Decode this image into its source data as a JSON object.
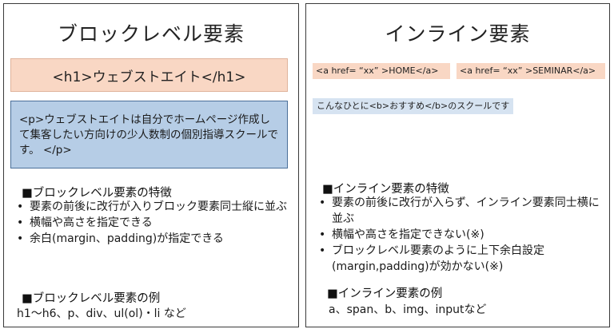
{
  "left": {
    "title": "ブロックレベル要素",
    "h1_example": "<h1>ウェブストエイト</h1>",
    "p_example": "<p>ウェブストエイトは自分でホームページ作成して集客したい方向けの少人数制の個別指導スクールです。 </p>",
    "features_heading": "■ブロックレベル要素の特徴",
    "features": [
      "要素の前後に改行が入りブロック要素同士縦に並ぶ",
      "横幅や高さを指定できる",
      "余白(margin、padding)が指定できる"
    ],
    "examples_heading": "■ブロックレベル要素の例",
    "examples_text": "h1～h6、p、div、ul(ol)・li など"
  },
  "right": {
    "title": "インライン要素",
    "inline_home": "<a href= “xx” >HOME</a>",
    "inline_seminar": "<a href= “xx” >SEMINAR</a>",
    "inline_p": "こんなひとに<b>おすすめ</b>のスクールです",
    "features_heading": "■インライン要素の特徴",
    "features": [
      "要素の前後に改行が入らず、インライン要素同士横に並ぶ",
      "横幅や高さを指定できない(※)",
      "ブロックレベル要素のように上下余白設定(margin,padding)が効かない(※)"
    ],
    "examples_heading": "■インライン要素の例",
    "examples_text": "a、span、b、img、inputなど"
  },
  "colors": {
    "h1_bg": "#f9d7c4",
    "p_bg": "#b6cde6",
    "inline_p_bg": "#d6e3f1",
    "border": "#3a3a3a"
  }
}
